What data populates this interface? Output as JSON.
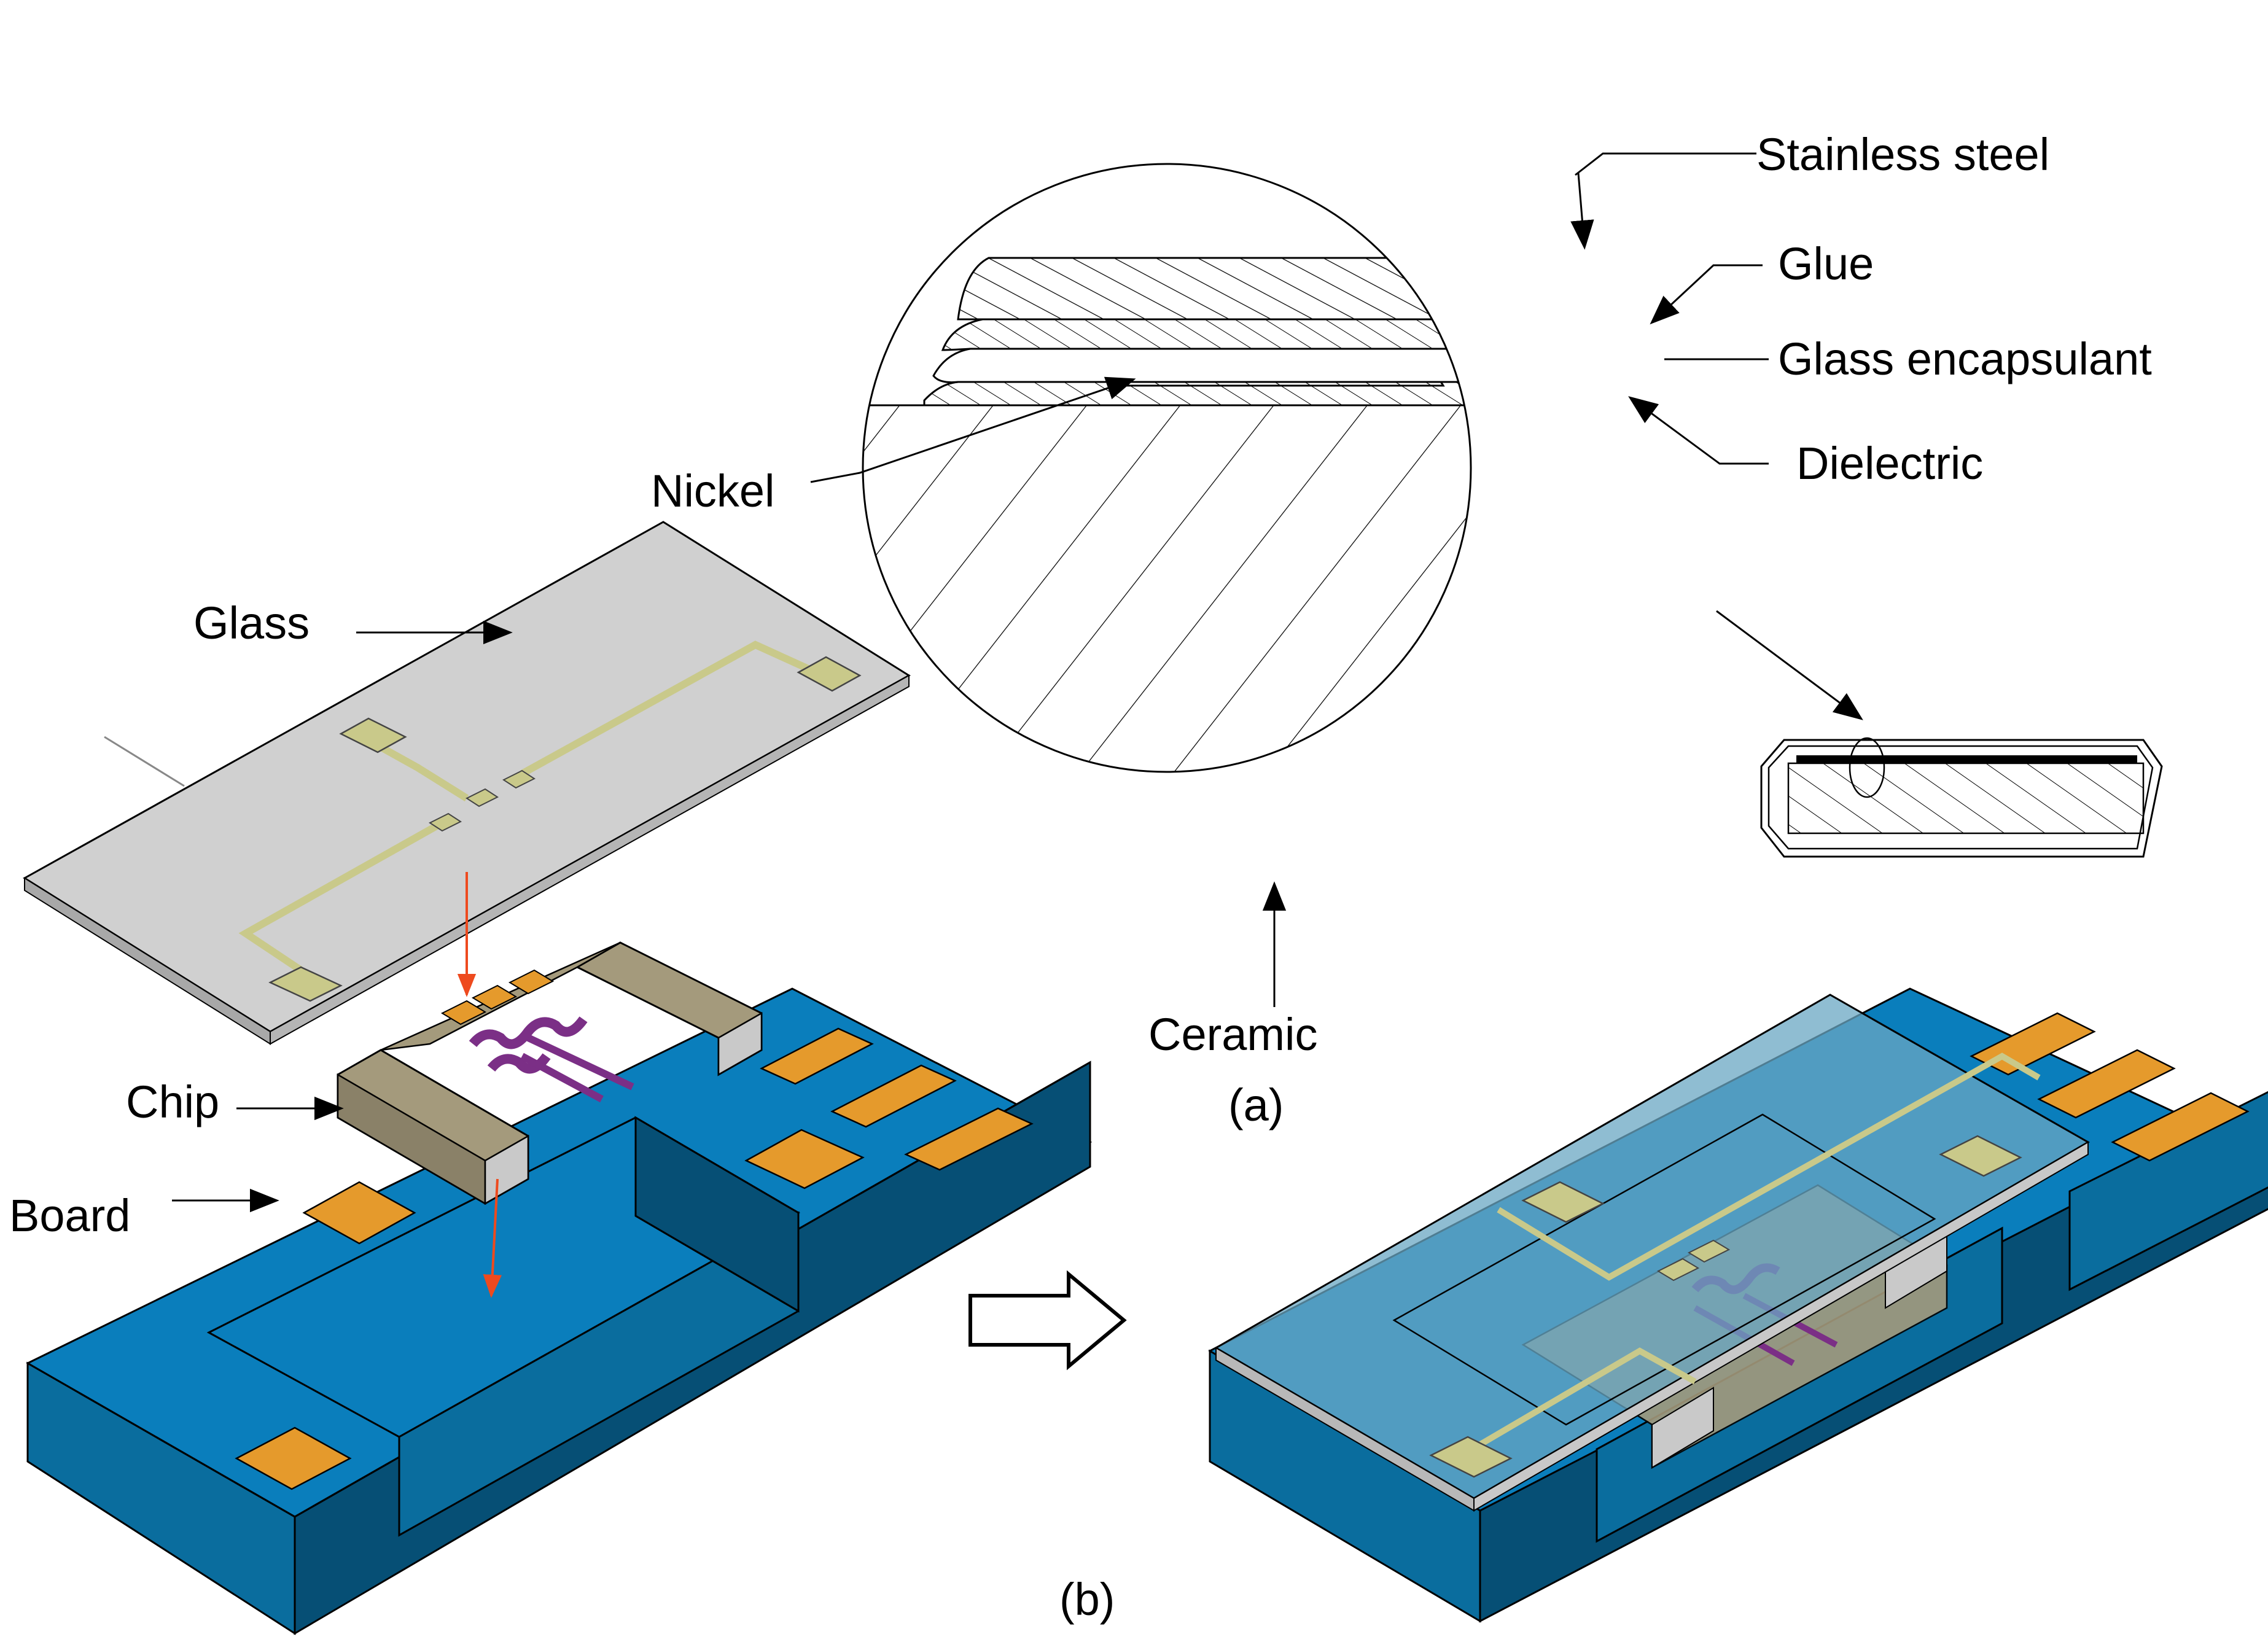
{
  "labels": {
    "stainless_steel": "Stainless steel",
    "glue": "Glue",
    "glass_encapsulant": "Glass encapsulant",
    "dielectric": "Dielectric",
    "nickel": "Nickel",
    "ceramic": "Ceramic",
    "part_a": "(a)",
    "glass": "Glass",
    "chip": "Chip",
    "board": "Board",
    "part_b": "(b)"
  },
  "colors": {
    "board_blue": "#0a7ebc",
    "board_side": "#0a6d9e",
    "board_dark": "#064f75",
    "pad_orange": "#e59a2c",
    "glass_grey": "#c9c9c9",
    "pad_olive": "#c9c98a",
    "chip_tan": "#a49a7c",
    "resistor_purple": "#7b2f86",
    "arrow_red": "#ee4a1e",
    "encapsulant_blue": "#6aa7c3"
  }
}
